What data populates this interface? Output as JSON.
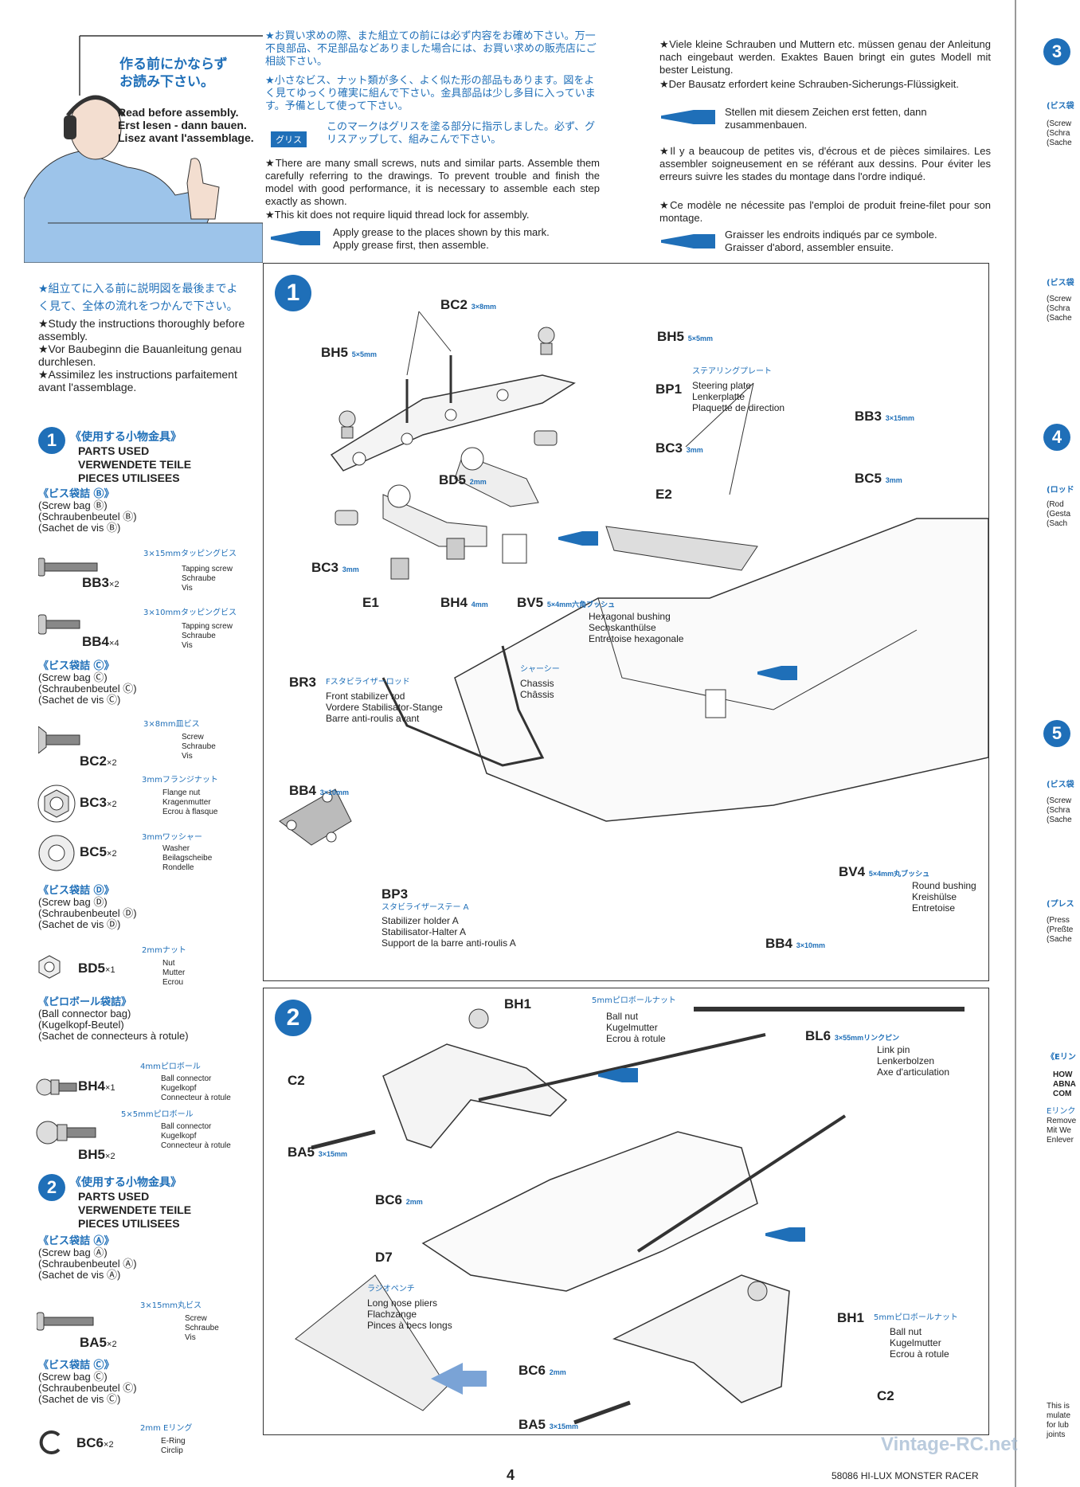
{
  "header": {
    "jp_title": "作る前にかならず\nお読み下さい。",
    "en_title": "Read before assembly.",
    "de_title": "Erst lesen - dann bauen.",
    "fr_title": "Lisez avant l'assemblage."
  },
  "intro": {
    "jp_1": "★お買い求めの際、また組立ての前には必ず内容をお確め下さい。万一不良部品、不足部品などありました場合には、お買い求めの販売店にご相談下さい。",
    "jp_2": "★小さなビス、ナット類が多く、よく似た形の部品もあります。図をよく見てゆっくり確実に組んで下さい。金具部品は少し多目に入っています。予備として使って下さい。",
    "grease_badge": "グリス",
    "jp_grease": "このマークはグリスを塗る部分に指示しました。必ず、グリスアップして、組みこんで下さい。",
    "en_1": "★There are many small screws, nuts and similar parts. Assemble them carefully referring to the drawings. To prevent trouble and finish the model with good performance, it is necessary to assemble each step exactly as shown.",
    "en_2": "★This kit does not require liquid thread lock for assembly.",
    "en_grease": "Apply grease to the places shown by this mark.\nApply grease first, then assemble.",
    "de_1": "★Viele kleine Schrauben und Muttern etc. müssen genau der Anleitung nach eingebaut werden. Exaktes Bauen bringt ein gutes Modell mit bester Leistung.",
    "de_2": "★Der Bausatz erfordert keine Schrauben-Sicherungs-Flüssigkeit.",
    "de_grease": "Stellen mit diesem Zeichen erst fetten, dann zusammenbauen.",
    "fr_1": "★Il y a beaucoup de petites vis, d'écrous et de pièces similaires. Les assembler soigneusement en se référant aux dessins. Pour éviter les erreurs suivre les stades du montage dans l'ordre indiqué.",
    "fr_2": "★Ce modèle ne nécessite pas l'emploi de produit freine-filet pour son montage.",
    "fr_grease": "Graisser les endroits indiqués par ce symbole.\nGraisser d'abord, assembler ensuite."
  },
  "study": {
    "jp": "★組立てに入る前に説明図を最後までよく見て、全体の流れをつかんで下さい。",
    "en": "★Study the instructions thoroughly before assembly.",
    "de": "★Vor Baubeginn die Bauanleitung genau durchlesen.",
    "fr": "★Assimilez les instructions parfaitement avant l'assemblage."
  },
  "parts_used": {
    "jp": "《使用する小物金具》",
    "en": "PARTS USED",
    "de": "VERWENDETE TEILE",
    "fr": "PIECES UTILISEES"
  },
  "step1_parts": {
    "bag_b": {
      "jp": "《ビス袋詰 Ⓑ》",
      "en": "(Screw bag Ⓑ)",
      "de": "(Schraubenbeutel Ⓑ)",
      "fr": "(Sachet de vis Ⓑ)"
    },
    "bb3": {
      "code": "BB3",
      "qty": "×2",
      "spec_jp": "3×15mmタッピングビス",
      "en": "Tapping screw",
      "de": "Schraube",
      "fr": "Vis"
    },
    "bb4": {
      "code": "BB4",
      "qty": "×4",
      "spec_jp": "3×10mmタッピングビス",
      "en": "Tapping screw",
      "de": "Schraube",
      "fr": "Vis"
    },
    "bag_c": {
      "jp": "《ビス袋詰 Ⓒ》",
      "en": "(Screw bag Ⓒ)",
      "de": "(Schraubenbeutel Ⓒ)",
      "fr": "(Sachet de vis Ⓒ)"
    },
    "bc2": {
      "code": "BC2",
      "qty": "×2",
      "spec_jp": "3×8mm皿ビス",
      "en": "Screw",
      "de": "Schraube",
      "fr": "Vis"
    },
    "bc3": {
      "code": "BC3",
      "qty": "×2",
      "spec_jp": "3mmフランジナット",
      "en": "Flange nut",
      "de": "Kragenmutter",
      "fr": "Ecrou à flasque"
    },
    "bc5": {
      "code": "BC5",
      "qty": "×2",
      "spec_jp": "3mmワッシャー",
      "en": "Washer",
      "de": "Beilagscheibe",
      "fr": "Rondelle"
    },
    "bag_d": {
      "jp": "《ビス袋詰 Ⓓ》",
      "en": "(Screw bag Ⓓ)",
      "de": "(Schraubenbeutel Ⓓ)",
      "fr": "(Sachet de vis Ⓓ)"
    },
    "bd5": {
      "code": "BD5",
      "qty": "×1",
      "spec_jp": "2mmナット",
      "en": "Nut",
      "de": "Mutter",
      "fr": "Ecrou"
    },
    "bag_ball": {
      "jp": "《ピロボール袋詰》",
      "en": "(Ball connector bag)",
      "de": "(Kugelkopf-Beutel)",
      "fr": "(Sachet de connecteurs à rotule)"
    },
    "bh4": {
      "code": "BH4",
      "qty": "×1",
      "spec_jp": "4mmピロボール",
      "en": "Ball connector",
      "de": "Kugelkopf",
      "fr": "Connecteur à rotule"
    },
    "bh5": {
      "code": "BH5",
      "qty": "×2",
      "spec_jp": "5×5mmピロボール",
      "en": "Ball connector",
      "de": "Kugelkopf",
      "fr": "Connecteur à rotule"
    }
  },
  "step2_parts": {
    "bag_a": {
      "jp": "《ビス袋詰 Ⓐ》",
      "en": "(Screw bag Ⓐ)",
      "de": "(Schraubenbeutel Ⓐ)",
      "fr": "(Sachet de vis Ⓐ)"
    },
    "ba5": {
      "code": "BA5",
      "qty": "×2",
      "spec_jp": "3×15mm丸ビス",
      "en": "Screw",
      "de": "Schraube",
      "fr": "Vis"
    },
    "bag_c": {
      "jp": "《ビス袋詰 Ⓒ》",
      "en": "(Screw bag Ⓒ)",
      "de": "(Schraubenbeutel Ⓒ)",
      "fr": "(Sachet de vis Ⓒ)"
    },
    "bc6": {
      "code": "BC6",
      "qty": "×2",
      "spec_jp": "2mm Eリング",
      "en": "E-Ring",
      "de": "Circlip"
    }
  },
  "step1": {
    "num": "1",
    "bc2": "BC2",
    "bc2_spec": "3×8mm",
    "bh5_l": "BH5",
    "bh5_l_spec": "5×5mm",
    "bh5_r": "BH5",
    "bh5_r_spec": "5×5mm",
    "bp1": "BP1",
    "bp1_jp": "ステアリングプレート",
    "bp1_en": "Steering plate",
    "bp1_de": "Lenkerplatte",
    "bp1_fr": "Plaquette de direction",
    "bc3_r": "BC3",
    "bc3_r_spec": "3mm",
    "bb3": "BB3",
    "bb3_spec": "3×15mm",
    "bd5": "BD5",
    "bd5_spec": "2mm",
    "e2": "E2",
    "bc5": "BC5",
    "bc5_spec": "3mm",
    "bc3_l": "BC3",
    "bc3_l_spec": "3mm",
    "e1": "E1",
    "bh4": "BH4",
    "bh4_spec": "4mm",
    "bv5": "BV5",
    "bv5_spec": "5×4mm六角ブッシュ",
    "bv5_en": "Hexagonal bushing",
    "bv5_de": "Sechskanthülse",
    "bv5_fr": "Entretoise hexagonale",
    "chassis_jp": "シャーシー",
    "chassis_en": "Chassis",
    "chassis_fr": "Châssis",
    "br3": "BR3",
    "br3_jp": "Fスタビライザーロッド",
    "br3_en": "Front stabilizer rod",
    "br3_de": "Vordere Stabilisator-Stange",
    "br3_fr": "Barre anti-roulis avant",
    "bb4_l": "BB4",
    "bb4_l_spec": "3×10mm",
    "bv4": "BV4",
    "bv4_spec": "5×4mm丸ブッシュ",
    "bv4_en": "Round bushing",
    "bv4_de": "Kreishülse",
    "bv4_fr": "Entretoise",
    "bp3": "BP3",
    "bp3_jp": "スタビライザーステー A",
    "bp3_en": "Stabilizer holder A",
    "bp3_de": "Stabilisator-Halter A",
    "bp3_fr": "Support de la barre anti-roulis A",
    "bb4_r": "BB4",
    "bb4_r_spec": "3×10mm"
  },
  "step2": {
    "num": "2",
    "bh1_top": "BH1",
    "bh1_top_spec": "5mmピロボールナット",
    "bh1_top_en": "Ball nut",
    "bh1_top_de": "Kugelmutter",
    "bh1_top_fr": "Ecrou à rotule",
    "bl6": "BL6",
    "bl6_spec": "3×55mmリンクピン",
    "bl6_en": "Link pin",
    "bl6_de": "Lenkerbolzen",
    "bl6_fr": "Axe d'articulation",
    "c2_top": "C2",
    "ba5_top": "BA5",
    "ba5_top_spec": "3×15mm",
    "bc6_top": "BC6",
    "bc6_top_spec": "2mm",
    "d7": "D7",
    "pliers_jp": "ラジオペンチ",
    "pliers_en": "Long nose pliers",
    "pliers_de": "Flachzange",
    "pliers_fr": "Pinces à becs longs",
    "bh1_bot": "BH1",
    "bh1_bot_spec": "5mmピロボールナット",
    "bh1_bot_en": "Ball nut",
    "bh1_bot_de": "Kugelmutter",
    "bh1_bot_fr": "Ecrou à rotule",
    "bc6_bot": "BC6",
    "bc6_bot_spec": "2mm",
    "c2_bot": "C2",
    "ba5_bot": "BA5",
    "ba5_bot_spec": "3×15mm"
  },
  "right_edge": {
    "n3": "3",
    "n4": "4",
    "n5": "5",
    "frag_bis": "(ビス袋",
    "frag_screw": "(Screw",
    "frag_schra": "(Schra",
    "frag_sache": "(Sache",
    "frag_rod": "(ロッド",
    "frag_rod_en": "(Rod",
    "frag_gest": "(Gesta",
    "frag_sach2": "(Sach",
    "frag_press": "(プレス",
    "frag_press_en": "(Press",
    "frag_presste": "(Preßte",
    "frag_ering": "《Eリン",
    "frag_how": "HOW",
    "frag_abna": "ABNA",
    "frag_com": "COM",
    "frag_ering2": "Eリンク",
    "frag_remove": "Remove",
    "frag_mitwe": "Mit We",
    "frag_enleve": "Enlever",
    "frag_this": "This is",
    "frag_mulate": "mulate",
    "frag_forlub": "for lub",
    "frag_joints": "joints"
  },
  "footer": {
    "page": "4",
    "code": "58086 HI-LUX MONSTER RACER",
    "watermark": "Vintage-RC.net"
  },
  "colors": {
    "accent": "#1f6fb8"
  }
}
